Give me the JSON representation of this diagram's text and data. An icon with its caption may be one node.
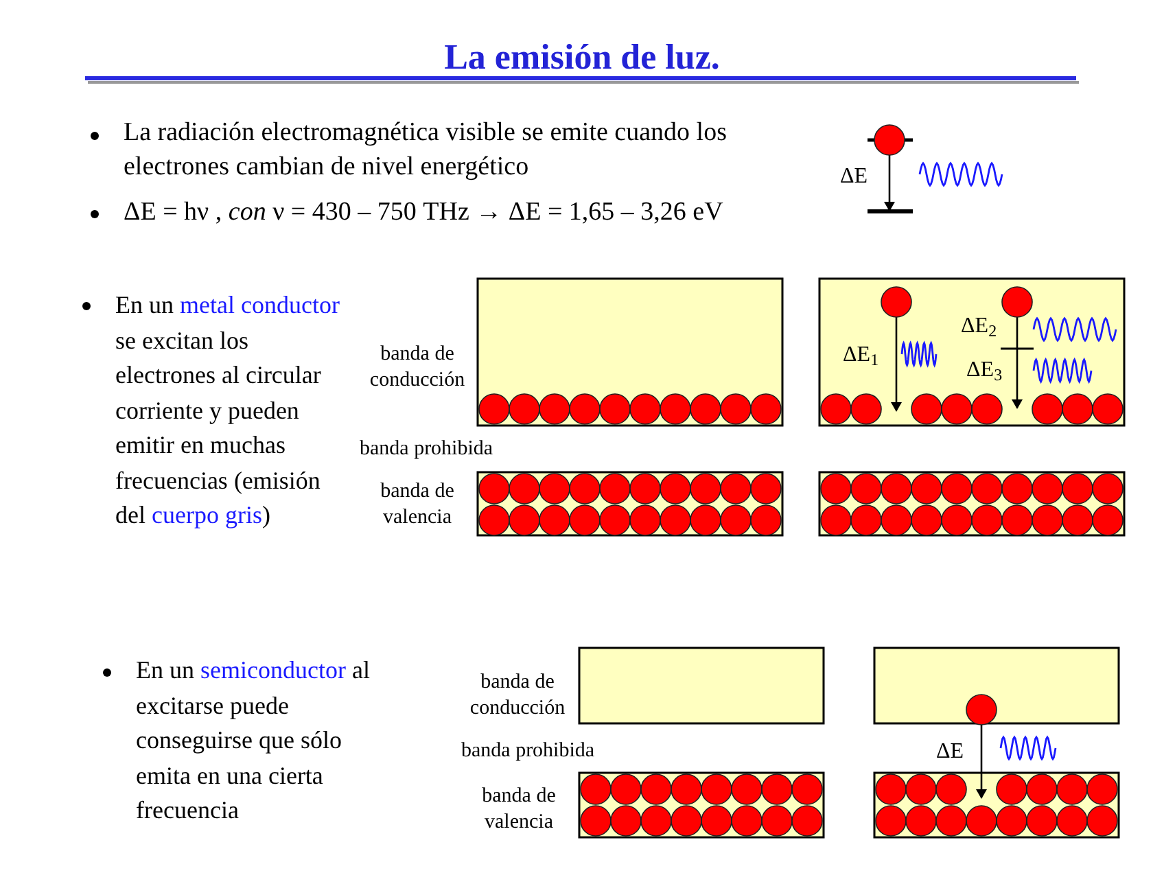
{
  "diagram": {
    "title": "La emisión de luz.",
    "labels": [
      "La radiación electromagnética visible se emite cuando los electrones cambian de nivel energético",
      "ΔE = hν , *con* ν = 430 – 750 THz → ΔE = 1,65 – 3,26 eV",
      "ΔE",
      "En un",
      "metal conductor",
      "se excitan los electrones al circular corriente y pueden emitir en muchas frecuencias (emisión del",
      "cuerpo gris",
      ")",
      "banda de conducción",
      "banda prohibida",
      "banda de valencia",
      "ΔE$_{1}$",
      "ΔE$_{2}$",
      "ΔE$_{3}$",
      "En un",
      "semiconductor",
      "al excitarse puede conseguirse que sólo emita en una cierta frecuencia",
      "banda de conducción",
      "banda prohibida",
      "banda de valencia",
      "ΔE"
    ]
  }
}
